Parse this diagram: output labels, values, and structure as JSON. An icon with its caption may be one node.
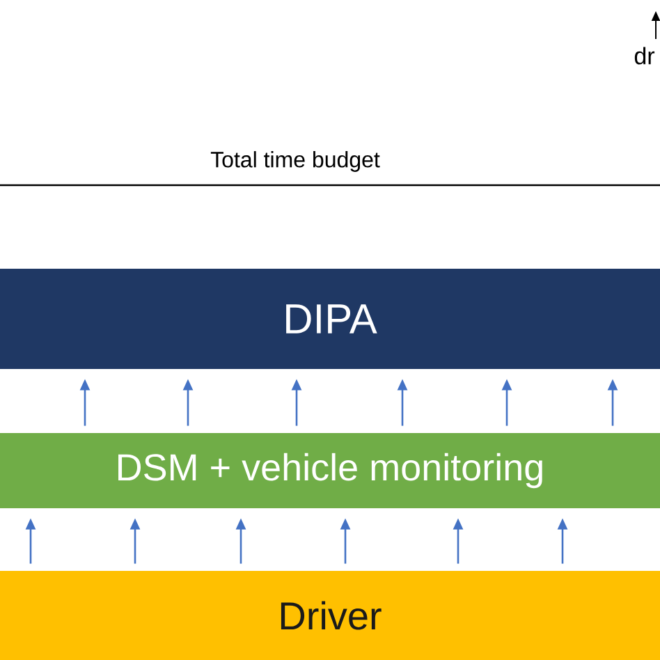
{
  "diagram": {
    "nodes": [
      {
        "text": [
          "DIPA"
        ]
      },
      {
        "text": [
          "DSM + vehicle monitoring"
        ]
      },
      {
        "text": [
          "Driver"
        ]
      }
    ],
    "edges": [
      {
        "from": 1,
        "to": 0,
        "arrow": "to"
      },
      {
        "from": 1,
        "to": 0,
        "arrow": "to"
      },
      {
        "from": 1,
        "to": 0,
        "arrow": "to"
      },
      {
        "from": 1,
        "to": 0,
        "arrow": "to"
      },
      {
        "from": 1,
        "to": 0,
        "arrow": "to"
      },
      {
        "from": 1,
        "to": 0,
        "arrow": "to"
      },
      {
        "from": 2,
        "to": 1,
        "arrow": "to"
      },
      {
        "from": 2,
        "to": 1,
        "arrow": "to"
      },
      {
        "from": 2,
        "to": 1,
        "arrow": "to"
      },
      {
        "from": 2,
        "to": 1,
        "arrow": "to"
      },
      {
        "from": 2,
        "to": 1,
        "arrow": "to"
      },
      {
        "from": 2,
        "to": 1,
        "arrow": "to"
      }
    ],
    "labels": [
      "Total time budget",
      "dr"
    ]
  }
}
